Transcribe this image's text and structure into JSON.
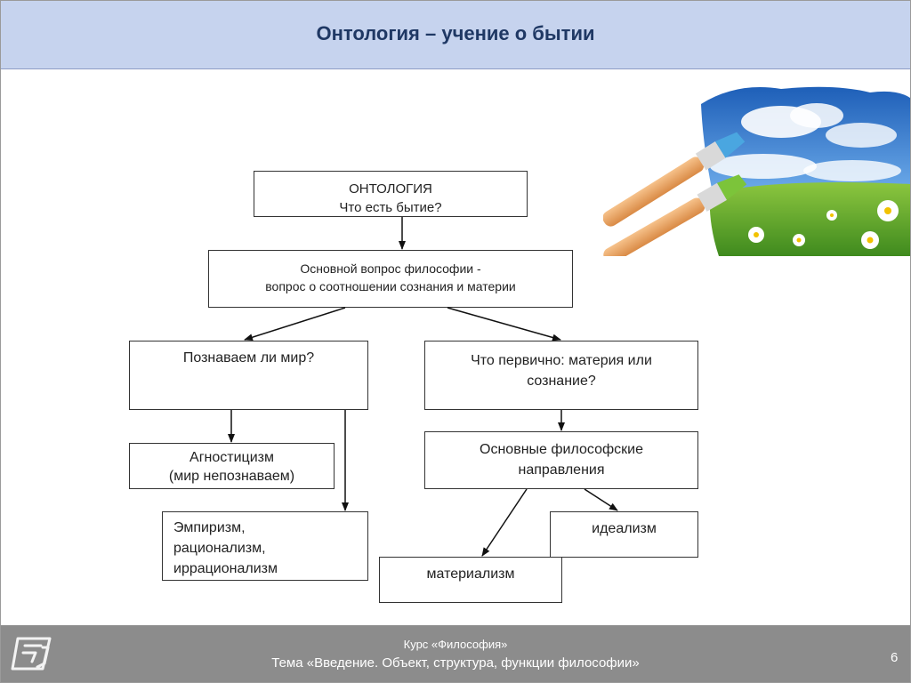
{
  "slide": {
    "title": "Онтология – учение о бытии"
  },
  "diagram": {
    "ontology": {
      "line1": "ОНТОЛОГИЯ",
      "line2": "Что есть бытие?"
    },
    "main_question": {
      "line1": "Основной вопрос философии -",
      "line2": "вопрос о соотношении сознания и материи"
    },
    "knowable": {
      "text": "Познаваем ли мир?"
    },
    "primary": {
      "line1": "Что первично: материя или",
      "line2": "сознание?"
    },
    "agnosticism": {
      "line1": "Агностицизм",
      "line2": "(мир непознаваем)"
    },
    "empiricism": {
      "line1": "Эмпиризм,",
      "line2": "рационализм,",
      "line3": "иррационализм"
    },
    "directions": {
      "line1": "Основные философские",
      "line2": "направления"
    },
    "idealism": {
      "text": "идеализм"
    },
    "materialism": {
      "text": "материализм"
    }
  },
  "footer": {
    "course": "Курс «Философия»",
    "topic": "Тема «Введение. Объект, структура, функции философии»",
    "page_number": "6"
  },
  "colors": {
    "header_bg": "#c6d3ee",
    "title_color": "#1f3864",
    "footer_bg": "#8c8c8c"
  }
}
